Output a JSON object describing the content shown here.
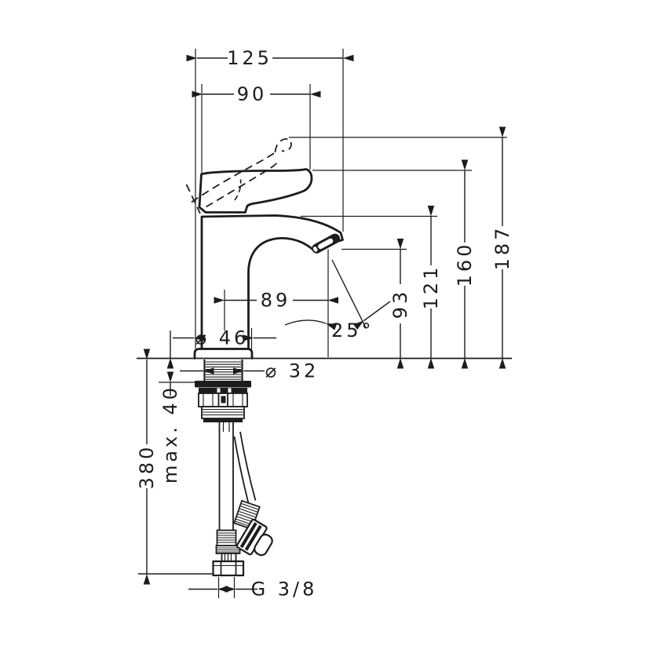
{
  "drawing": {
    "colors": {
      "line": "#1c1c1c",
      "background": "#ffffff"
    },
    "dimensions": {
      "overall_depth": "125",
      "handle_length": "90",
      "total_height": "187",
      "handle_height": "160",
      "spout_top_height": "121",
      "outlet_height": "93",
      "spout_reach": "89",
      "outlet_angle": "25°",
      "base_diameter": "⌀ 46",
      "shank_diameter": "⌀ 32",
      "max_mounting_thickness": "max. 40",
      "hose_length": "380",
      "connection_thread": "G 3/8"
    }
  }
}
